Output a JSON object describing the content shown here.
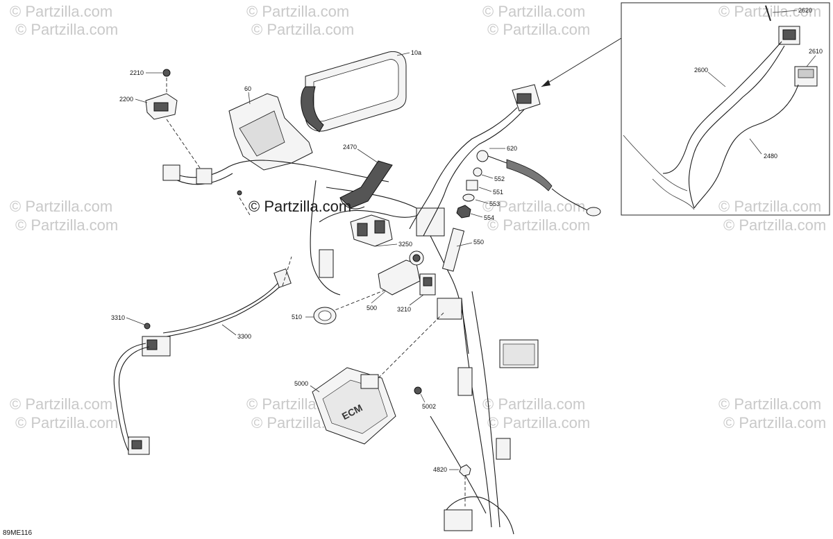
{
  "watermark": "© Partzilla.com",
  "center_watermark": "© Partzilla.com",
  "diagram_code": "89ME116",
  "labels": {
    "p10a": "10a",
    "p60": "60",
    "p2210": "2210",
    "p2200": "2200",
    "p2470": "2470",
    "p620": "620",
    "p552": "552",
    "p551": "551",
    "p553": "553",
    "p554": "554",
    "p550": "550",
    "p3250": "3250",
    "p500": "500",
    "p3210": "3210",
    "p510": "510",
    "p3310": "3310",
    "p3300": "3300",
    "p5000": "5000",
    "p5002": "5002",
    "p4820": "4820",
    "p2620": "2620",
    "p2610": "2610",
    "p2600": "2600",
    "p2480": "2480"
  },
  "ecm_text": "ECM"
}
